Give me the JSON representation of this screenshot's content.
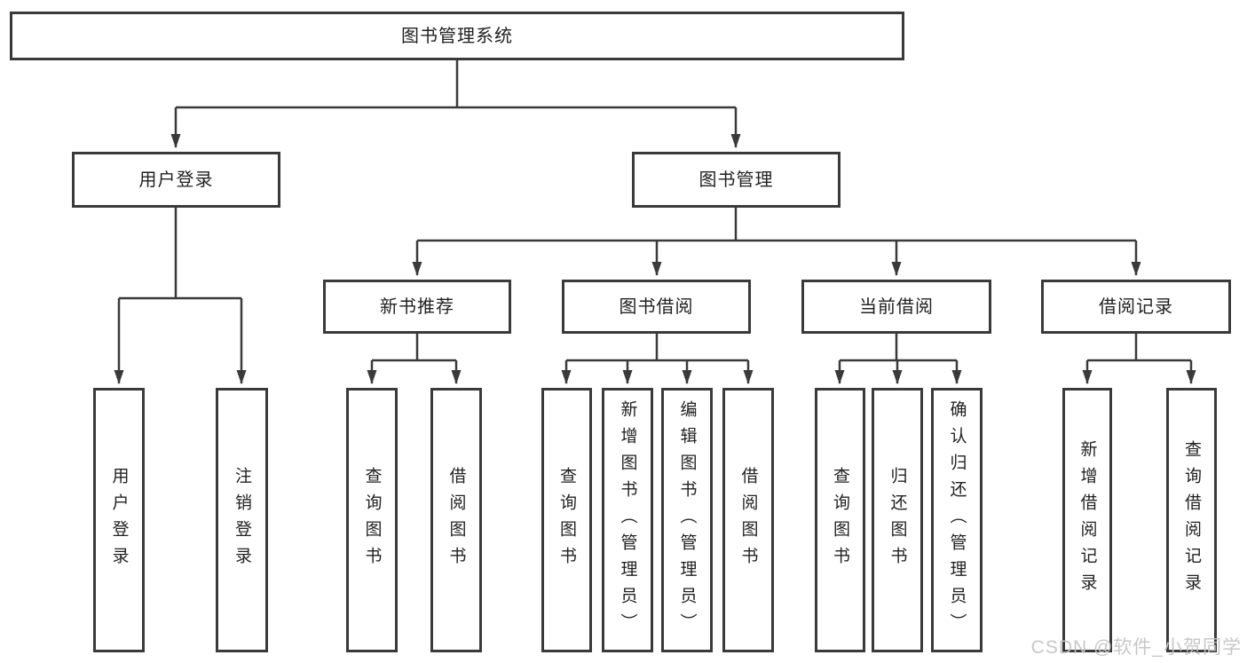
{
  "diagram_type": "hierarchy-tree",
  "tree": {
    "label": "图书管理系统",
    "children": [
      {
        "label": "用户登录",
        "children": [
          {
            "label": "用户登录"
          },
          {
            "label": "注销登录"
          }
        ]
      },
      {
        "label": "图书管理",
        "children": [
          {
            "label": "新书推荐",
            "children": [
              {
                "label": "查询图书"
              },
              {
                "label": "借阅图书"
              }
            ]
          },
          {
            "label": "图书借阅",
            "children": [
              {
                "label": "查询图书"
              },
              {
                "label": "新增图书（管理员）"
              },
              {
                "label": "编辑图书（管理员）"
              },
              {
                "label": "借阅图书"
              }
            ]
          },
          {
            "label": "当前借阅",
            "children": [
              {
                "label": "查询图书"
              },
              {
                "label": "归还图书"
              },
              {
                "label": "确认归还（管理员）"
              }
            ]
          },
          {
            "label": "借阅记录",
            "children": [
              {
                "label": "新增借阅记录"
              },
              {
                "label": "查询借阅记录"
              }
            ]
          }
        ]
      }
    ]
  },
  "watermark": {
    "text": "CSDN @软件_小贺同学"
  },
  "colors": {
    "line": "#3a3a3a",
    "box_border": "#3a3a3a",
    "box_fill": "#ffffff",
    "text": "#222222",
    "watermark": "#c4c4c6",
    "background": "#ffffff"
  }
}
